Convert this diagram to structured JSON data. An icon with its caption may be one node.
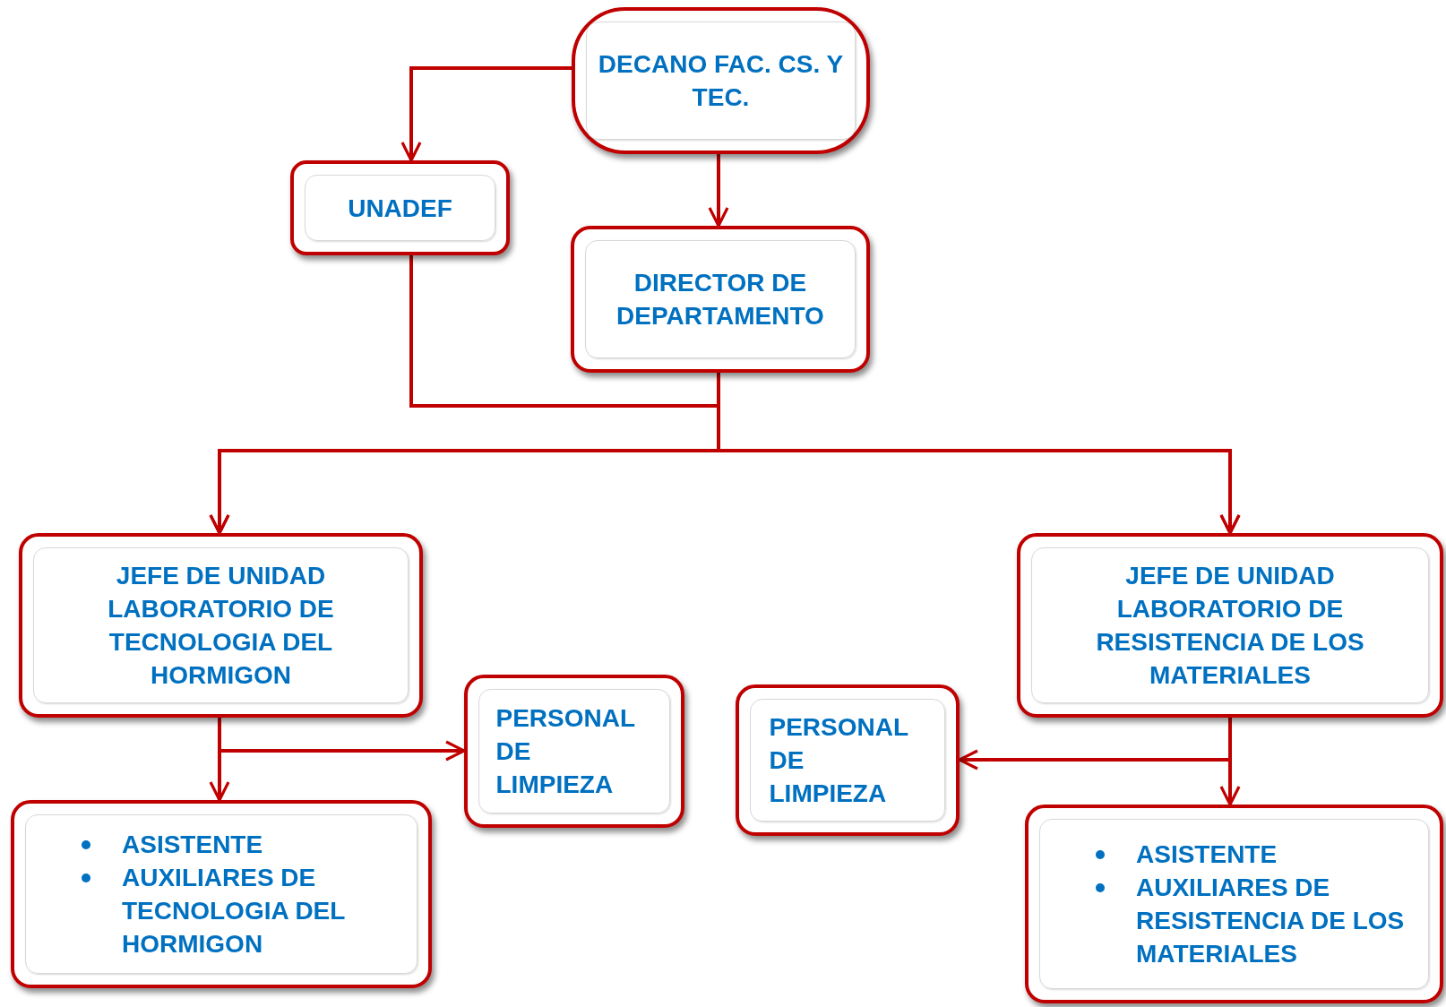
{
  "diagram": {
    "nodes": [
      {
        "text": [
          "DECANO FAC. CS. Y TEC."
        ]
      },
      {
        "text": [
          "UNADEF"
        ]
      },
      {
        "text": [
          "DIRECTOR DE DEPARTAMENTO"
        ]
      },
      {
        "text": [
          "JEFE DE UNIDAD LABORATORIO DE TECNOLOGIA DEL HORMIGON"
        ]
      },
      {
        "text": [
          "PERSONAL DE LIMPIEZA"
        ]
      },
      {
        "text": [
          "ASISTENTE",
          "AUXILIARES DE TECNOLOGIA DEL HORMIGON"
        ]
      },
      {
        "text": [
          "JEFE DE UNIDAD LABORATORIO DE RESISTENCIA DE LOS MATERIALES"
        ]
      },
      {
        "text": [
          "PERSONAL DE LIMPIEZA"
        ]
      },
      {
        "text": [
          "ASISTENTE",
          "AUXILIARES DE RESISTENCIA DE LOS MATERIALES"
        ]
      }
    ],
    "edges": [
      {
        "from": 0,
        "to": 1,
        "arrow": "to"
      },
      {
        "from": 0,
        "to": 2,
        "arrow": "to"
      },
      {
        "from": 1,
        "to": 3,
        "arrow": "to"
      },
      {
        "from": 1,
        "to": 6,
        "arrow": "to"
      },
      {
        "from": 2,
        "to": 3,
        "arrow": "to"
      },
      {
        "from": 2,
        "to": 6,
        "arrow": "to"
      },
      {
        "from": 3,
        "to": 5,
        "arrow": "to"
      },
      {
        "from": 3,
        "to": 4,
        "arrow": "to"
      },
      {
        "from": 6,
        "to": 8,
        "arrow": "to"
      },
      {
        "from": 6,
        "to": 7,
        "arrow": "to"
      }
    ]
  }
}
